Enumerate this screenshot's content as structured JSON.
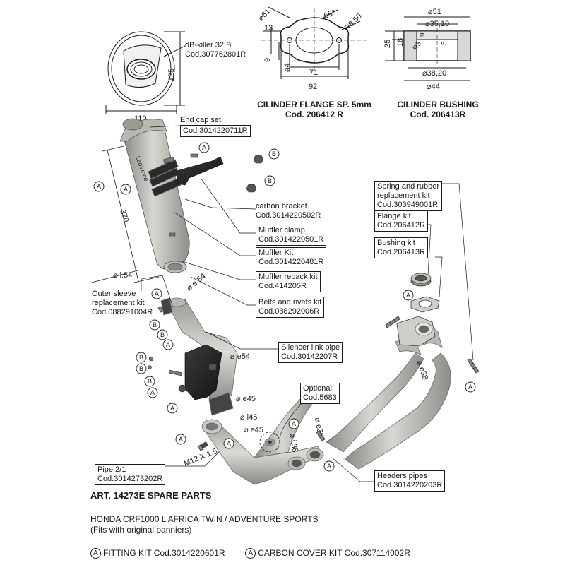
{
  "top_drawings": {
    "oval_end": {
      "width_dim": "110",
      "height_dim": "125",
      "label_lines": [
        "dB-killer 32 B",
        "Cod.307762801R"
      ]
    },
    "flange": {
      "dims": [
        "⌀61",
        "65°",
        "R8,50",
        "13",
        "9",
        "⌀4",
        "71",
        "92"
      ],
      "title": "CILINDER FLANGE SP. 5mm",
      "code": "Cod. 206412 R"
    },
    "bushing": {
      "dims": [
        "⌀51",
        "⌀35,10",
        "25",
        "18",
        "9",
        "5",
        "R3",
        "⌀38,20",
        "⌀44"
      ],
      "title": "CILINDER BUSHING",
      "code": "Cod. 206413R"
    }
  },
  "parts": {
    "end_cap": [
      "End cap set",
      "Cod.3014220711R"
    ],
    "carbon_bracket": [
      "carbon bracket",
      "Cod.3014220502R"
    ],
    "muffler_clamp": [
      "Muffler clamp",
      "Cod.3014220501R"
    ],
    "muffler_kit": [
      "Muffler Kit",
      "Cod.3014220481R"
    ],
    "muffler_repack": [
      "Muffler repack kit",
      "Cod.414205R"
    ],
    "belts_rivets": [
      "Belts and rivets kit",
      "Cod.088292006R"
    ],
    "outer_sleeve": [
      "Outer sleeve",
      "replacement kit",
      "Cod.088291004R"
    ],
    "silencer_link": [
      "Silencer link pipe",
      "Cod.30142207R"
    ],
    "optional": [
      "Optional",
      "Cod.5683"
    ],
    "pipe21": [
      "Pipe 2/1",
      "Cod.3014273202R"
    ],
    "headers": [
      "Headers pipes",
      "Cod.3014220203R"
    ],
    "spring_rubber": [
      "Spring and rubber",
      "replacement kit",
      "Cod.303949001R"
    ],
    "flange_kit": [
      "Flange kit",
      "Cod.206412R"
    ],
    "bushing_kit": [
      "Bushing kit",
      "Cod.206413R"
    ]
  },
  "dims": {
    "length": "370",
    "i54": "⌀ i.54",
    "e54a": "⌀ e.54",
    "e54b": "⌀ e54",
    "e45a": "⌀ e45",
    "i45": "⌀ i45",
    "e45b": "⌀ e45",
    "m12": "M12 X 1,5",
    "i38": "⌀ i.38",
    "e38a": "⌀ e38",
    "e38b": "⌀ e38"
  },
  "markers": {
    "a": "A",
    "b": "B"
  },
  "footer": {
    "art": "ART. 14273E SPARE PARTS",
    "model": "HONDA CRF1000 L AFRICA TWIN / ADVENTURE SPORTS",
    "note": "(Fits with original panniers)",
    "fitting_kit": "FITTING KIT Cod.3014220601R",
    "carbon_cover_kit": "CARBON COVER KIT Cod.307114002R"
  }
}
